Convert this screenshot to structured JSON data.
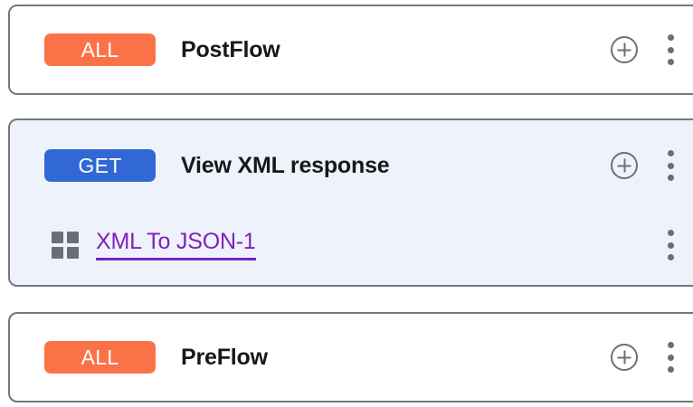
{
  "flows": {
    "cards": [
      {
        "id": "postflow",
        "selected": false,
        "header": {
          "method": "ALL",
          "method_color": "#fc7248",
          "title": "PostFlow",
          "add_icon": "plus-circle-icon",
          "menu_icon": "kebab-menu-icon"
        },
        "policies": []
      },
      {
        "id": "viewxml",
        "selected": true,
        "selected_background": "#eef2fb",
        "header": {
          "method": "GET",
          "method_color": "#3267d6",
          "title": "View XML response",
          "add_icon": "plus-circle-icon",
          "menu_icon": "kebab-menu-icon"
        },
        "policies": [
          {
            "icon": "policy-grid-icon",
            "label": "XML To JSON-1",
            "link_color": "#7d22ba",
            "menu_icon": "kebab-menu-icon"
          }
        ]
      },
      {
        "id": "preflow",
        "selected": false,
        "header": {
          "method": "ALL",
          "method_color": "#fc7248",
          "title": "PreFlow",
          "add_icon": "plus-circle-icon",
          "menu_icon": "kebab-menu-icon"
        },
        "policies": []
      }
    ],
    "colors": {
      "card_border": "#75777b",
      "page_background": "#ffffff",
      "icon_gray": "#6c6e76",
      "title_text": "#18181b"
    }
  }
}
